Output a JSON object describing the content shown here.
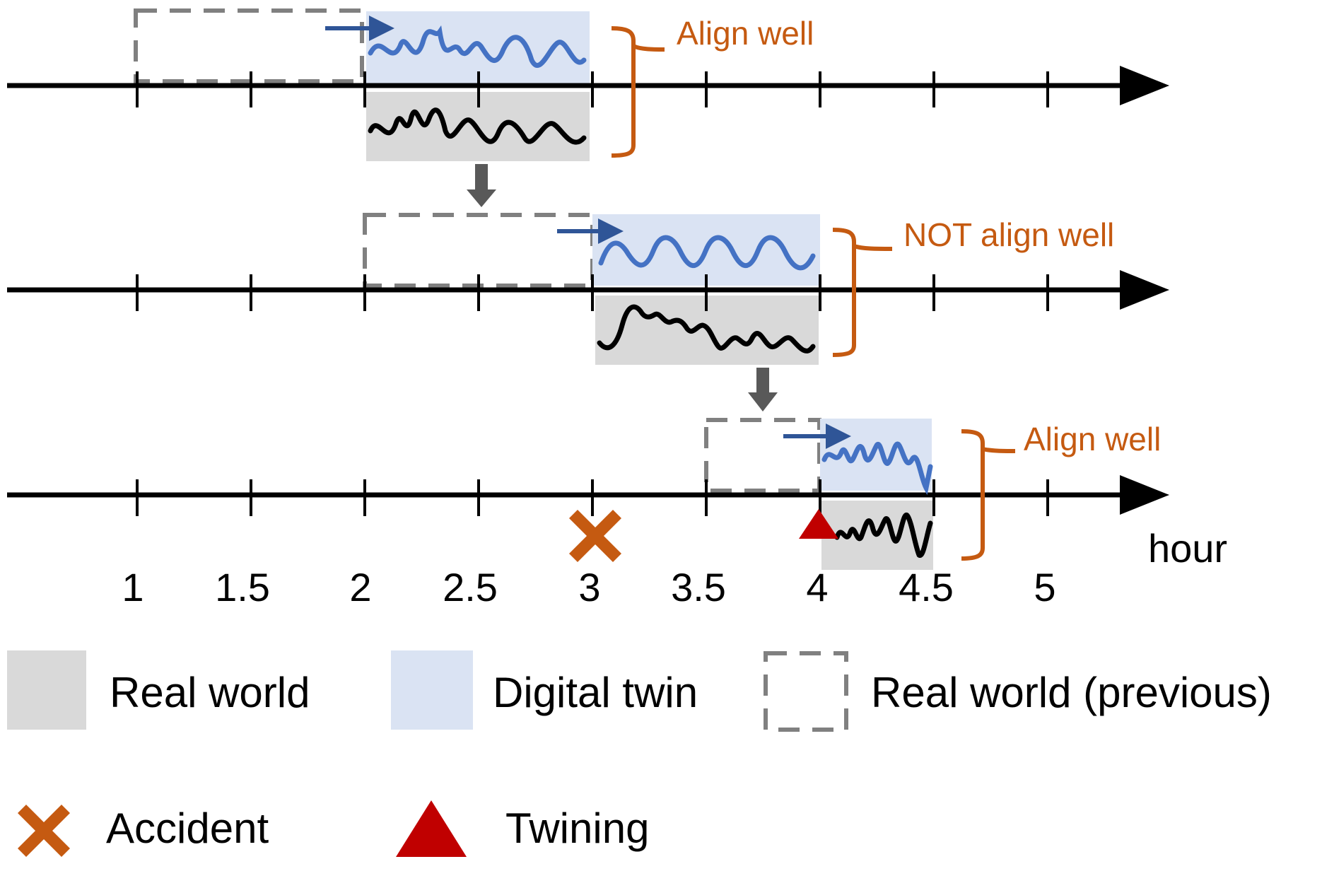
{
  "axis": {
    "unit_label": "hour",
    "ticks": [
      "1",
      "1.5",
      "2",
      "2.5",
      "3",
      "3.5",
      "4",
      "4.5",
      "5"
    ]
  },
  "rows": [
    {
      "callout": "Align well",
      "real_world_window": [
        2,
        3
      ],
      "digital_twin_window": [
        2,
        3
      ],
      "previous_window": [
        1,
        2
      ]
    },
    {
      "callout": "NOT align well",
      "real_world_window": [
        3,
        4
      ],
      "digital_twin_window": [
        3,
        4
      ],
      "previous_window": [
        2,
        3
      ]
    },
    {
      "callout": "Align well",
      "real_world_window": [
        4,
        4.5
      ],
      "digital_twin_window": [
        4,
        4.5
      ],
      "previous_window": [
        3.5,
        4
      ]
    }
  ],
  "events": {
    "accident_hour": 3,
    "twining_hour": 4
  },
  "legend": {
    "real_world": "Real world",
    "digital_twin": "Digital twin",
    "real_world_previous": "Real world (previous)",
    "accident": "Accident",
    "twining": "Twining"
  },
  "colors": {
    "real_world_fill": "#d9d9d9",
    "digital_twin_fill": "#dae3f3",
    "digital_twin_signal": "#4472c4",
    "arrow_blue": "#2f5597",
    "callout": "#c55a11",
    "accident": "#c55a11",
    "twining": "#c00000",
    "previous_border": "#808080",
    "down_arrow": "#595959"
  }
}
